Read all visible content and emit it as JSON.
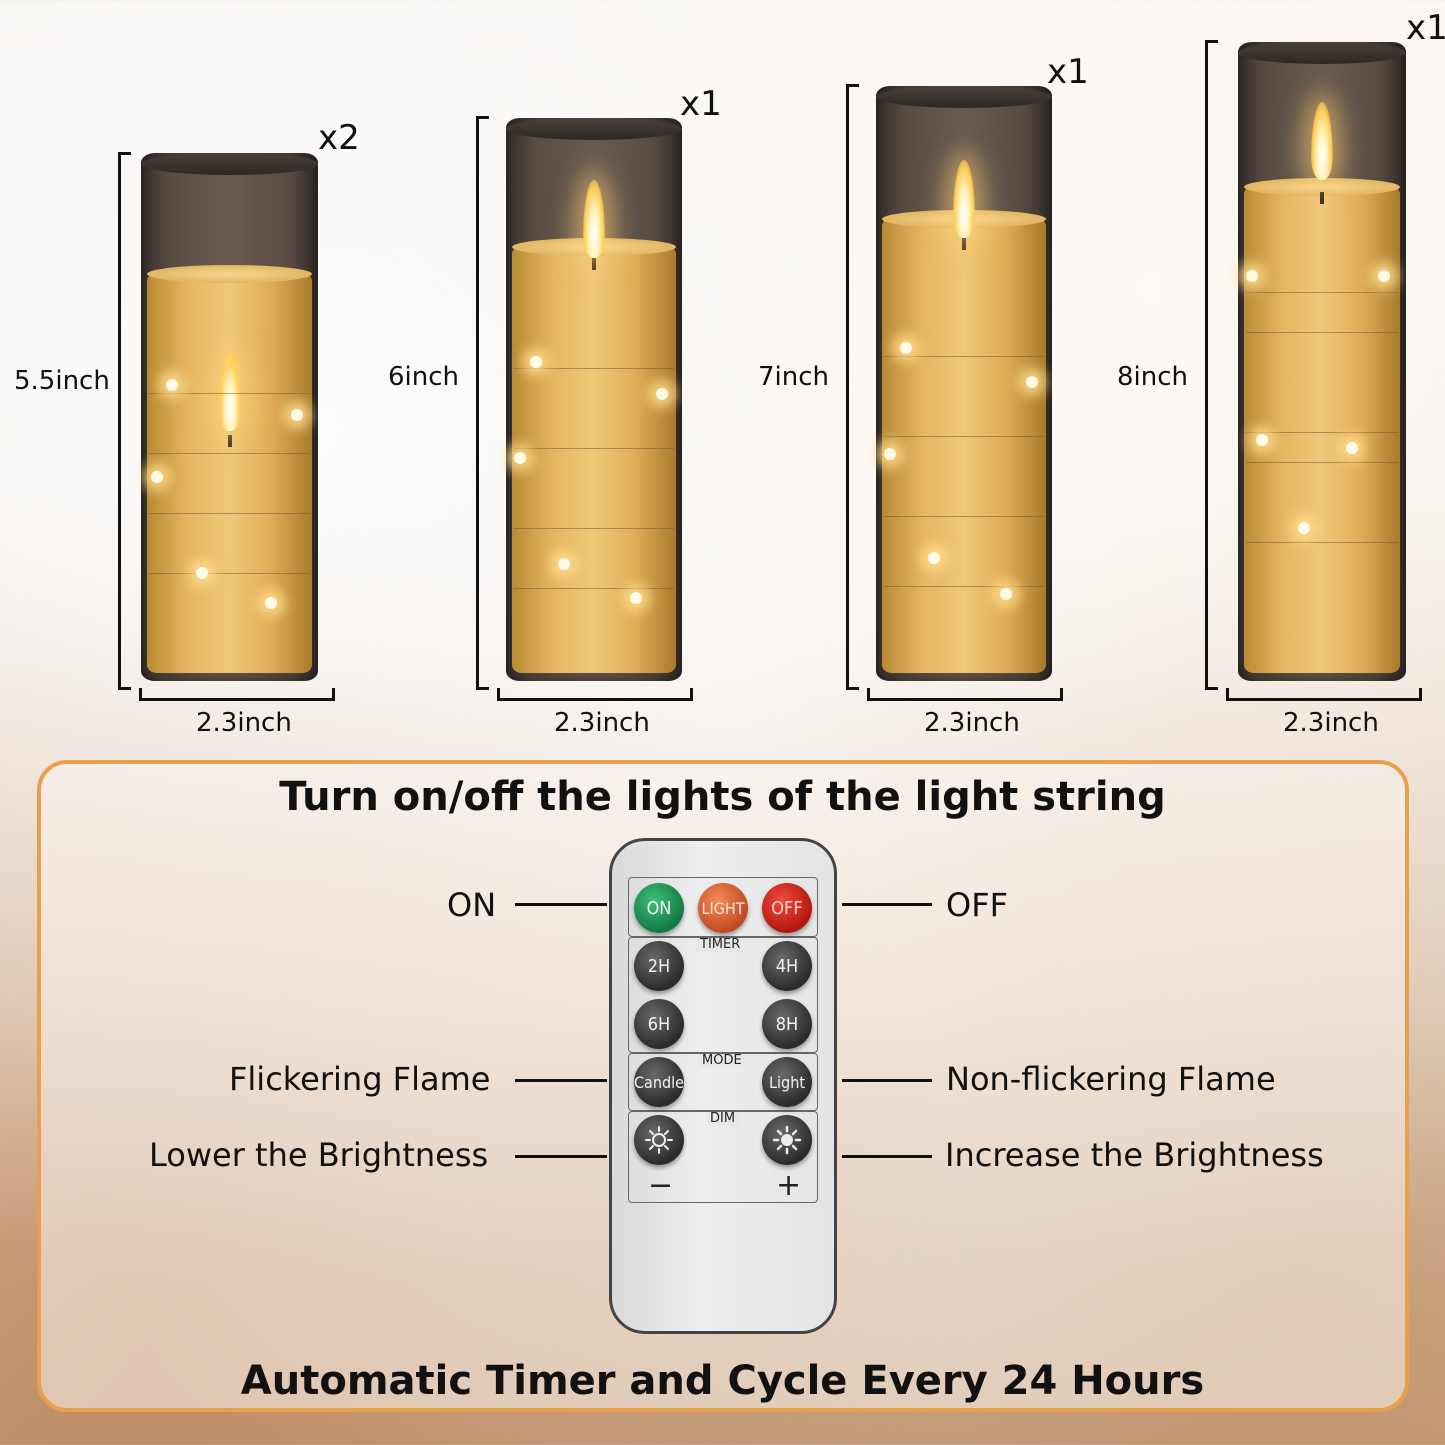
{
  "candles": [
    {
      "height_label": "5.5inch",
      "width_label": "2.3inch",
      "qty": "x2"
    },
    {
      "height_label": "6inch",
      "width_label": "2.3inch",
      "qty": "x1"
    },
    {
      "height_label": "7inch",
      "width_label": "2.3inch",
      "qty": "x1"
    },
    {
      "height_label": "8inch",
      "width_label": "2.3inch",
      "qty": "x1"
    }
  ],
  "panel": {
    "title": "Turn on/off the lights of the light string",
    "footer": "Automatic Timer and Cycle Every 24 Hours",
    "accent_color": "#e8a04c"
  },
  "remote": {
    "power": {
      "on": "ON",
      "light": "LIGHT",
      "off": "OFF"
    },
    "timer": {
      "label": "TIMER",
      "buttons": [
        "2H",
        "4H",
        "6H",
        "8H"
      ]
    },
    "mode": {
      "label": "MODE",
      "candle": "Candle",
      "light": "Light"
    },
    "dim": {
      "label": "DIM",
      "minus": "−",
      "plus": "+",
      "minus_icon": "sun-dim-icon",
      "plus_icon": "sun-bright-icon"
    }
  },
  "callouts": {
    "on": "ON",
    "off": "OFF",
    "flicker": "Flickering Flame",
    "nonflicker": "Non-flickering Flame",
    "lower": "Lower the Brightness",
    "increase": "Increase the Brightness"
  }
}
